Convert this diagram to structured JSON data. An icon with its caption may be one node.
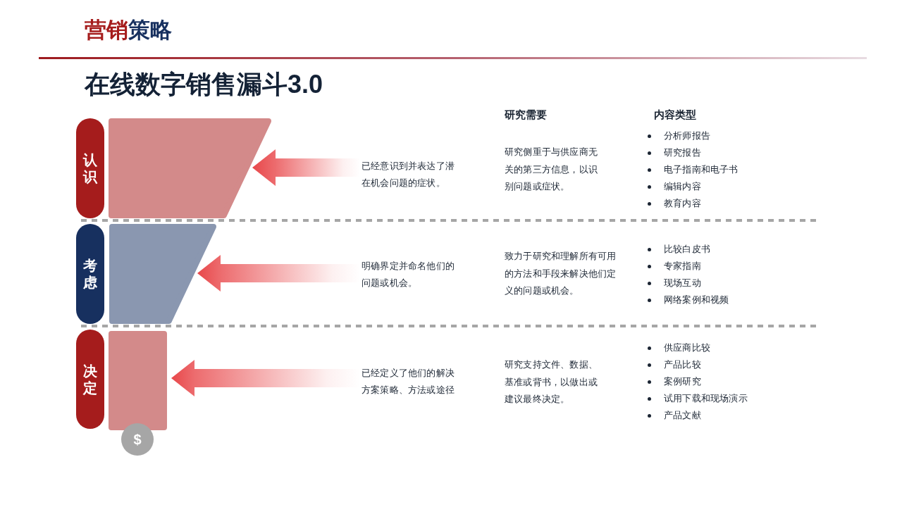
{
  "diagram": {
    "title": "在线数字销售漏斗3.0",
    "nodes": [
      {
        "text": [
          "认识"
        ]
      },
      {
        "text": [],
        "shape": "trapezoid"
      },
      {
        "text": [
          "已经意识到并表达了潜在机会问题的症状。"
        ]
      },
      {
        "text": [
          "考虑"
        ]
      },
      {
        "text": [],
        "shape": "trapezoid"
      },
      {
        "text": [
          "明确界定并命名他们的问题或机会。"
        ]
      },
      {
        "text": [
          "决定"
        ]
      },
      {
        "text": [],
        "shape": "box"
      },
      {
        "text": [
          "已经定义了他们的解决方案策略、方法或途径"
        ]
      },
      {
        "text": [
          "$"
        ]
      }
    ],
    "edges": [
      {
        "from": 2,
        "to": 1,
        "arrow": "to"
      },
      {
        "from": 5,
        "to": 4,
        "arrow": "to"
      },
      {
        "from": 8,
        "to": 7,
        "arrow": "to"
      }
    ],
    "labels": [
      "营销策略",
      "研究需要",
      "内容类型",
      "研究侧重于与供应商无关的第三方信息，以识别问题或症状。",
      "分析师报告",
      "研究报告",
      "电子指南和电子书",
      "编辑内容",
      "教育内容",
      "致力于研究和理解所有可用的方法和手段来解决他们定义的问题或机会。",
      "比较白皮书",
      "专家指南",
      "现场互动",
      "网络案例和视频",
      "研究支持文件、数据、基准或背书，以做出或建议最终决定。",
      "供应商比较",
      "产品比较",
      "案例研究",
      "试用下载和现场演示",
      "产品文献"
    ]
  }
}
